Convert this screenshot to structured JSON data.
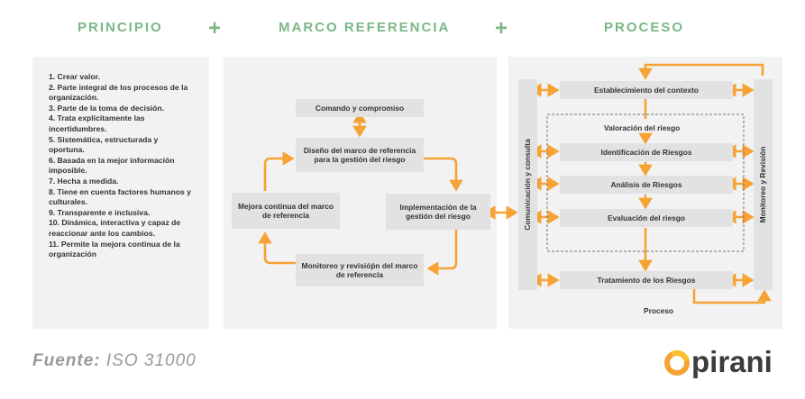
{
  "headers": {
    "principio": "PRINCIPIO",
    "marco": "MARCO REFERENCIA",
    "proceso": "PROCESO",
    "plus": "+"
  },
  "principles": [
    "1. Crear valor.",
    "2. Parte integral de los procesos de la organización.",
    "3. Parte de la toma de decisión.",
    "4. Trata explícitamente las incertidumbres.",
    "5. Sistemática, estructurada y oportuna.",
    "6. Basada en la mejor información imposible.",
    "7. Hecha a medida.",
    "8. Tiene en cuenta factores humanos y culturales.",
    "9. Transparente e inclusiva.",
    "10. Dinámica, interactiva y capaz de reaccionar ante los cambios.",
    "11. Permite la mejora continua de la organización"
  ],
  "marco": {
    "comando": "Comando y compromiso",
    "diseno": "Diseño del marco de referencia para la gestión del riesgo",
    "mejora": "Mejora continua del marco de referencia",
    "implementacion": "Implementación de la gestión del riesgo",
    "monitoreo": "Monitoreo y revisióṕn del marco de referencia"
  },
  "proceso": {
    "comunicacion": "Comunicación y consulta",
    "monitoreo_revision": "Monitoreo y Revisión",
    "contexto": "Establecimiento del contexto",
    "valoracion": "Valoración del riesgo",
    "identificacion": "Identificación de Riesgos",
    "analisis": "Análisis de Riesgos",
    "evaluacion": "Evaluación del riesgo",
    "tratamiento": "Tratamiento de los Riesgos",
    "proceso_label": "Proceso"
  },
  "footer": {
    "fuente_label": "Fuente:",
    "fuente_value": "ISO 31000",
    "logo": "pirani"
  },
  "colors": {
    "accent_green": "#7ab789",
    "arrow_orange": "#f7a234",
    "panel": "#f2f2f2",
    "box": "#e2e2e2"
  }
}
